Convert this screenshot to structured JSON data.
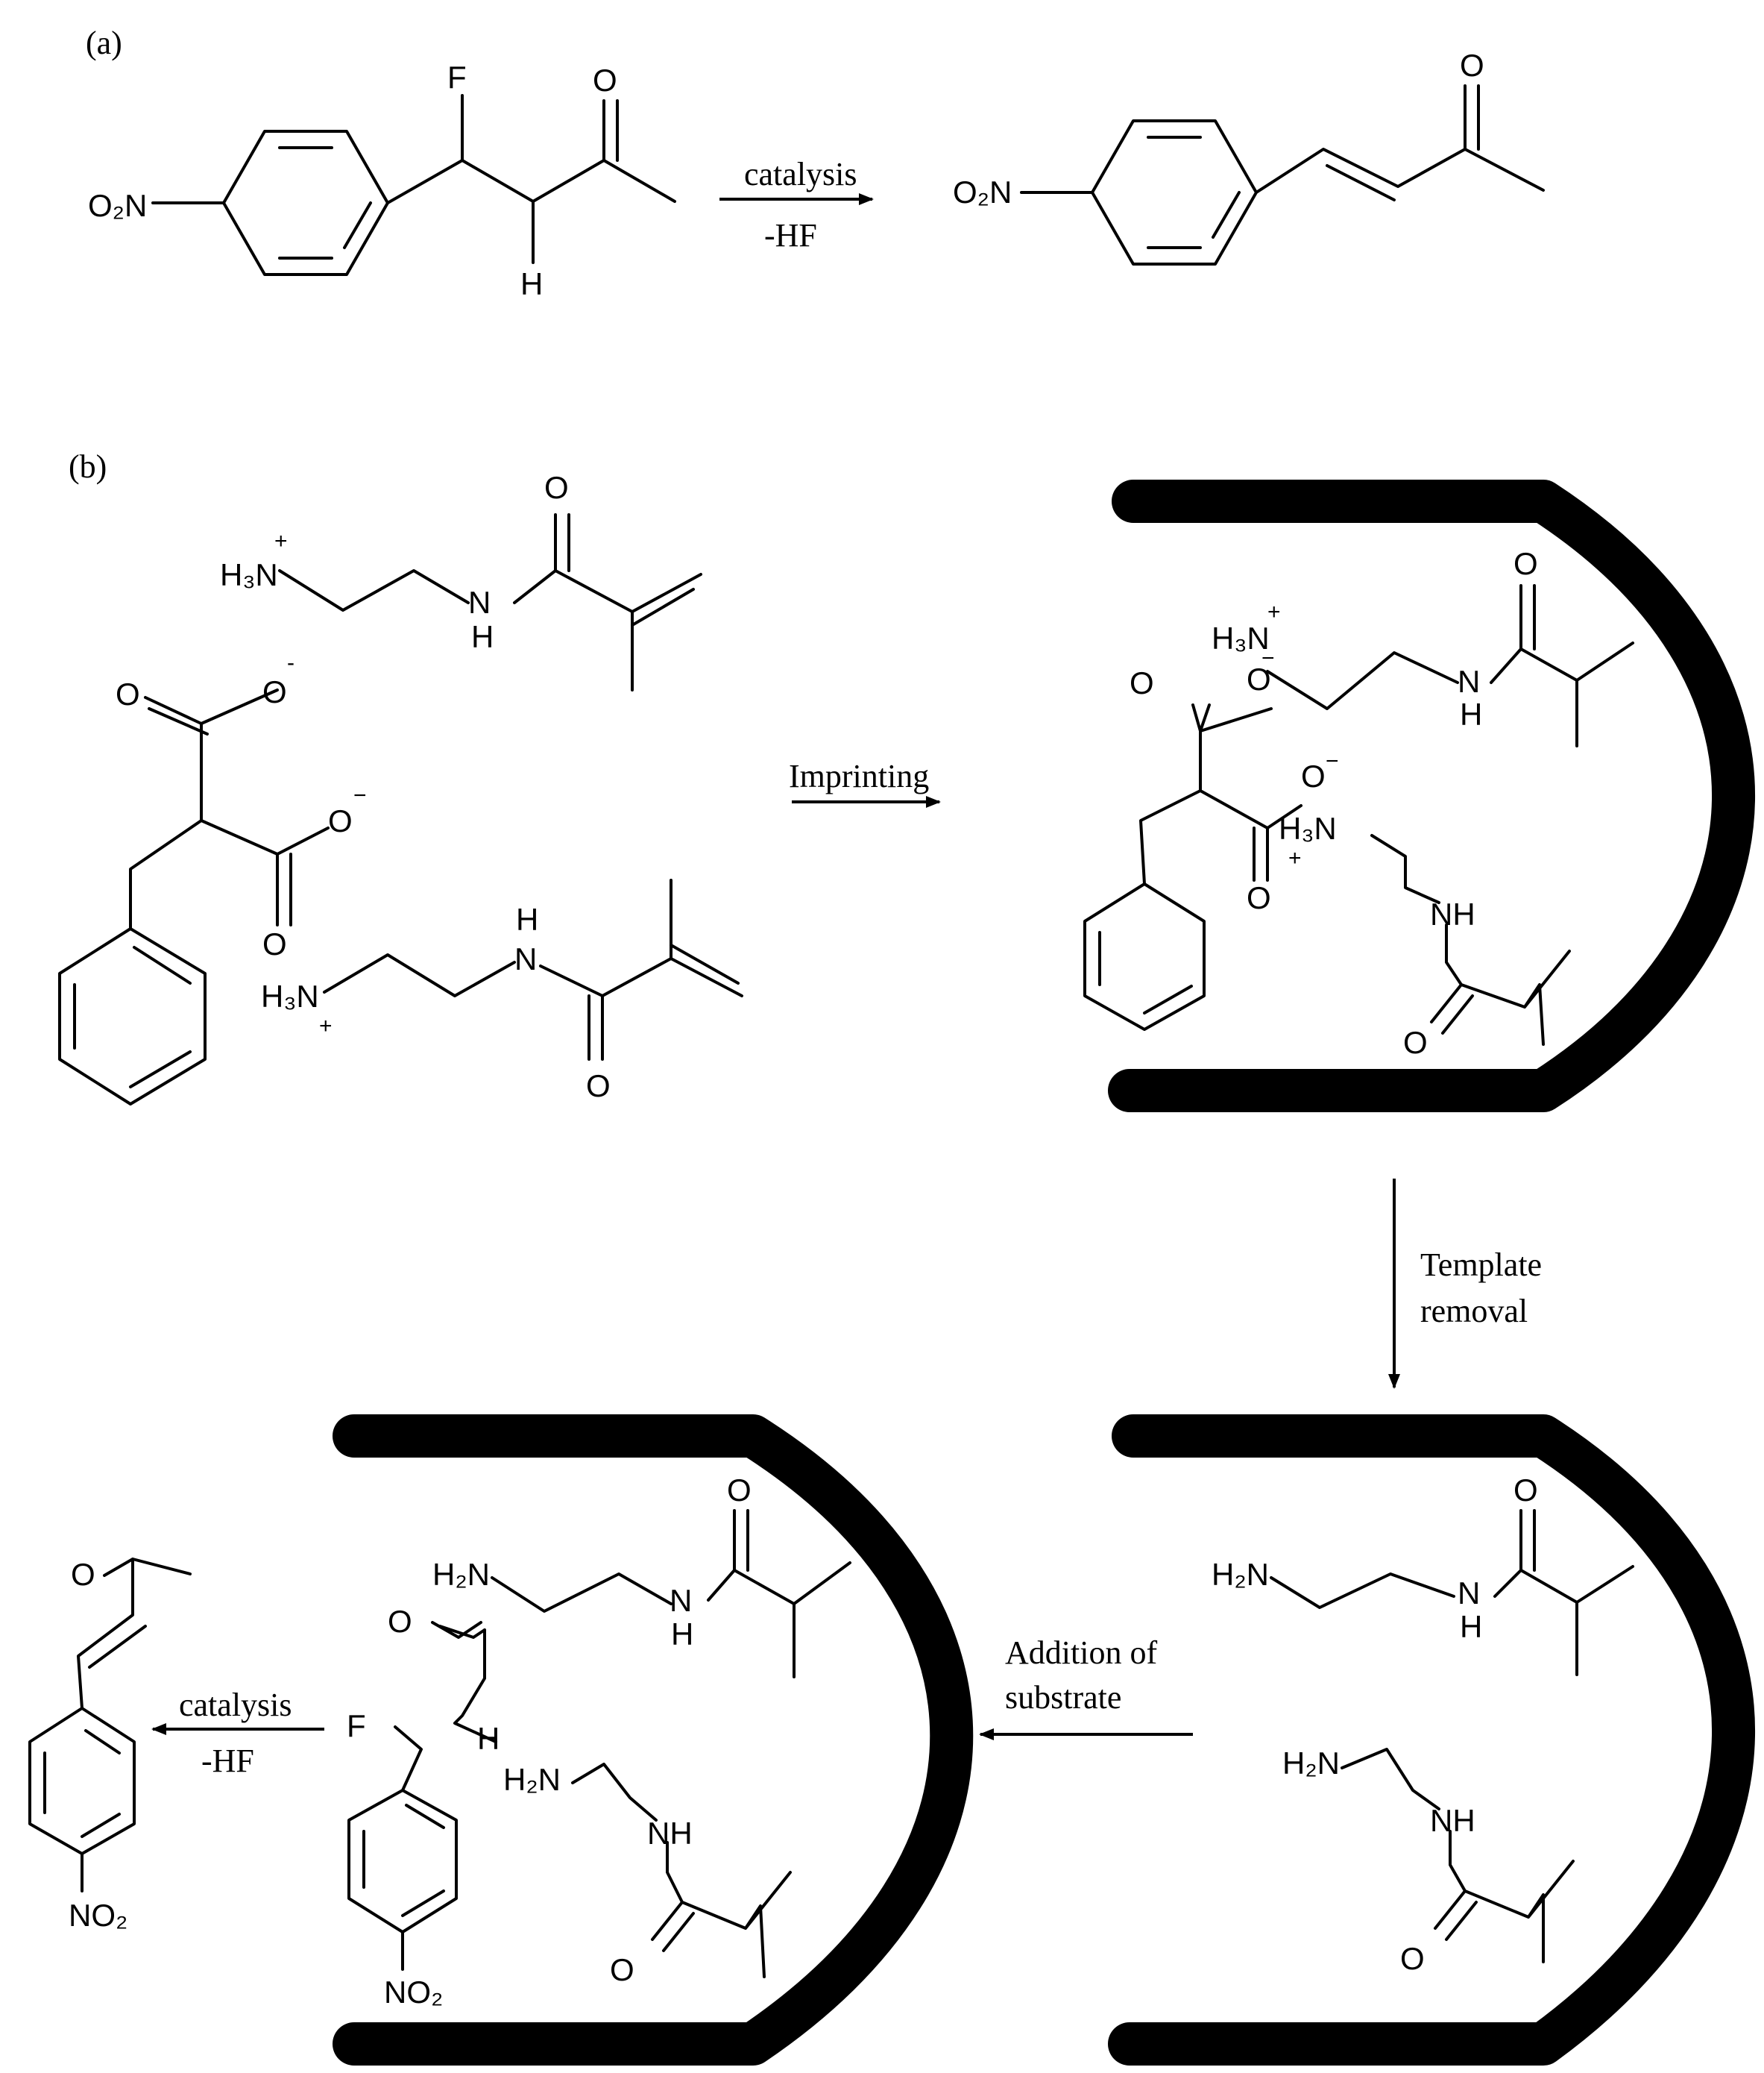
{
  "panels": {
    "a": {
      "label": "(a)",
      "reactant": {
        "f": "F",
        "o": "O",
        "h": "H",
        "nitro": "O₂N"
      },
      "product": {
        "o": "O",
        "nitro": "O₂N"
      },
      "arrow": {
        "top": "catalysis",
        "bottom": "-HF"
      }
    },
    "b": {
      "label": "(b)",
      "monomer_top": {
        "amine": "H₃N",
        "charge": "+",
        "o": "O",
        "nh_n": "N",
        "nh_h": "H"
      },
      "template": {
        "o1": "O",
        "o1_charge": "-",
        "o2": "O",
        "o2_charge": "−",
        "o3": "O",
        "o4": "O"
      },
      "monomer_bottom": {
        "amine": "H₃N",
        "charge": "+",
        "nh_h": "H",
        "nh_n": "N",
        "o": "O"
      },
      "arrow_imprinting": "Imprinting",
      "cavity_filled": {
        "amine1": "H₃N",
        "amine1_charge": "+",
        "o_minus_a": "O",
        "o_minus_a_charge": "−",
        "amine_o": "O",
        "nh_n": "N",
        "nh_h": "H",
        "carbox_o1": "O",
        "carbox_o2": "O",
        "carbox_o2_charge": "−",
        "carbox_o3": "O",
        "amine2": "H₃N",
        "amine2_charge": "+",
        "nh2": "NH",
        "amide_o": "O"
      },
      "arrow_template_removal": [
        "Template",
        "removal"
      ],
      "cavity_empty": {
        "amine1": "H₂N",
        "o": "O",
        "nh_n": "N",
        "nh_h": "H",
        "amine2": "H₂N",
        "nh2": "NH",
        "amide_o": "O"
      },
      "arrow_addition": [
        "Addition of",
        "substrate"
      ],
      "cavity_substrate": {
        "amine1": "H₂N",
        "o": "O",
        "nh_n": "N",
        "nh_h": "H",
        "amine2": "H₂N",
        "nh2": "NH",
        "amide_o": "O",
        "sub_o": "O",
        "sub_f": "F",
        "sub_h": "H",
        "sub_nitro": "NO₂"
      },
      "arrow_catalysis": {
        "top": "catalysis",
        "bottom": "-HF"
      },
      "final_product": {
        "o": "O",
        "nitro": "NO₂"
      }
    }
  }
}
